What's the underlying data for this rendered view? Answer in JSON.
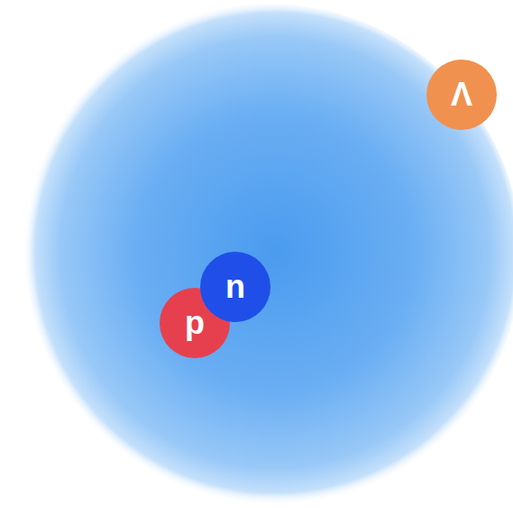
{
  "diagram": {
    "nodes": [
      {
        "text": [
          "Λ"
        ]
      },
      {
        "text": [
          "n"
        ]
      },
      {
        "text": [
          "p"
        ]
      }
    ]
  }
}
